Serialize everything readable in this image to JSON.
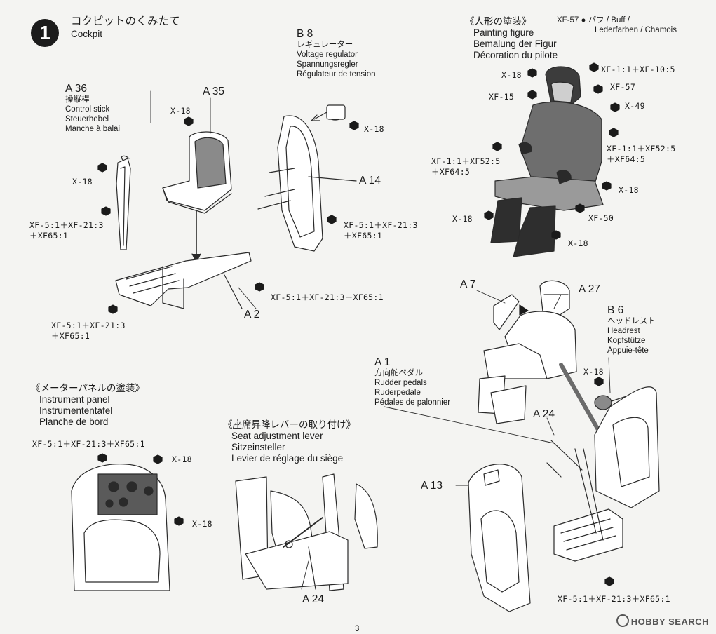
{
  "step": {
    "number": "1",
    "title_jp": "コクピットのくみたて",
    "title_en": "Cockpit"
  },
  "parts": {
    "a36": {
      "id": "A 36",
      "jp": "操縦桿",
      "en": "Control stick",
      "de": "Steuerhebel",
      "fr": "Manche à balai"
    },
    "a35": {
      "id": "A 35"
    },
    "b8": {
      "id": "B 8",
      "jp": "レギュレーター",
      "en": "Voltage regulator",
      "de": "Spannungsregler",
      "fr": "Régulateur de tension"
    },
    "a14": {
      "id": "A 14"
    },
    "a2": {
      "id": "A 2"
    },
    "a7": {
      "id": "A 7"
    },
    "a27": {
      "id": "A 27"
    },
    "b6": {
      "id": "B 6",
      "jp": "ヘッドレスト",
      "en": "Headrest",
      "de": "Kopfstütze",
      "fr": "Appuie-tête"
    },
    "a1": {
      "id": "A 1",
      "jp": "方向舵ペダル",
      "en": "Rudder pedals",
      "de": "Ruderpedale",
      "fr": "Pédales de palonnier"
    },
    "a24_top": {
      "id": "A 24"
    },
    "a13": {
      "id": "A 13"
    },
    "a24_bottom": {
      "id": "A 24"
    }
  },
  "sections": {
    "figure": {
      "jp": "《人形の塗装》",
      "en": "Painting figure",
      "de": "Bemalung der Figur",
      "fr": "Décoration du pilote"
    },
    "panel": {
      "jp": "《メーターパネルの塗装》",
      "en": "Instrument panel",
      "de": "Instrumententafel",
      "fr": "Planche de bord"
    },
    "seat_lever": {
      "jp": "《座席昇降レバーの取り付け》",
      "en": "Seat adjustment lever",
      "de": "Sitzeinsteller",
      "fr": "Levier de réglage du siège"
    }
  },
  "legend": {
    "code": "XF-57",
    "text1": "バフ / Buff /",
    "text2": "Lederfarben / Chamois"
  },
  "colors": {
    "x18_stick": "X-18",
    "mix_stick_a": "XF-5:1＋XF-21:3",
    "mix_stick_b": "＋XF65:1",
    "x18_seat": "X-18",
    "x18_regulator": "X-18",
    "mix_a14_a": "XF-5:1＋XF-21:3",
    "mix_a14_b": "＋XF65:1",
    "mix_a2": "XF-5:1＋XF-21:3＋XF65:1",
    "mix_base_a": "XF-5:1＋XF-21:3",
    "mix_base_b": "＋XF65:1",
    "fig_helmet": "XF-1:1＋XF-10:5",
    "fig_x18_left": "X-18",
    "fig_xf57": "XF-57",
    "fig_xf15": "XF-15",
    "fig_x49": "X-49",
    "fig_suit_right_a": "XF-1:1＋XF52:5",
    "fig_suit_right_b": "＋XF64:5",
    "fig_suit_left_a": "XF-1:1＋XF52:5",
    "fig_suit_left_b": "＋XF64:5",
    "fig_x18_right": "X-18",
    "fig_xf50": "XF-50",
    "fig_x18_boot_left": "X-18",
    "fig_x18_boot": "X-18",
    "panel_mix": "XF-5:1＋XF-21:3＋XF65:1",
    "panel_x18_a": "X-18",
    "panel_x18_b": "X-18",
    "headrest_x18": "X-18",
    "final_mix": "XF-5:1＋XF-21:3＋XF65:1"
  },
  "page_number": "3",
  "watermark": "HOBBY SEARCH"
}
